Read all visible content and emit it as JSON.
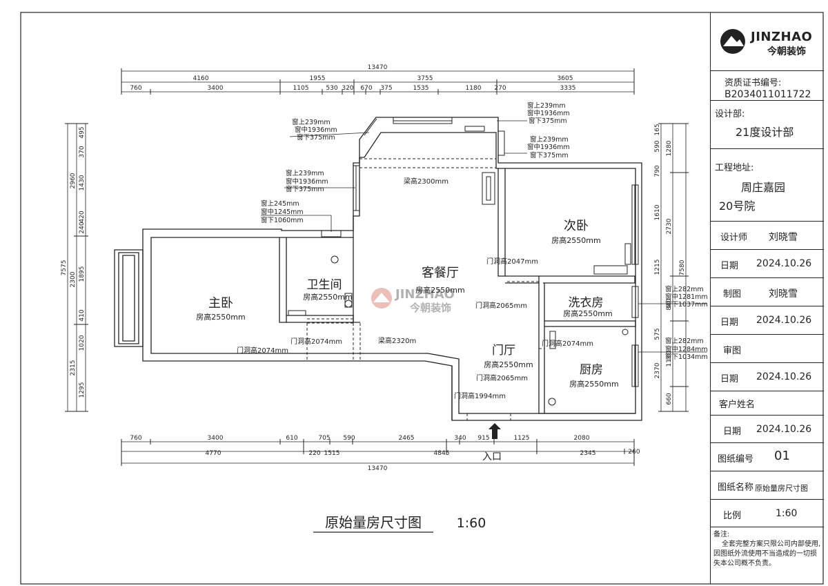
{
  "drawing": {
    "title": "原始量房尺寸图",
    "scale": "1:60",
    "entrance": "入口",
    "watermark": {
      "brand": "JINZHAO",
      "cn": "今朝装饰"
    }
  },
  "rooms": {
    "master": {
      "name": "主卧",
      "height": "房高2550mm"
    },
    "bath": {
      "name": "卫生间",
      "height": "房高2550mm"
    },
    "living": {
      "name": "客餐厅",
      "height": "房高2550mm"
    },
    "second": {
      "name": "次卧",
      "height": "房高2550mm"
    },
    "laundry": {
      "name": "洗衣房",
      "height": "房高2550mm"
    },
    "hall": {
      "name": "门厅",
      "height": "房高2550mm"
    },
    "kitchen": {
      "name": "厨房",
      "height": "房高2550mm"
    }
  },
  "annotations": {
    "beam1": "梁高2300mm",
    "beam2": "梁高2320m",
    "door_second": "门洞高2047mm",
    "door_laundry": "门洞高2065mm",
    "door_kitchen": "门洞高2074mm",
    "door_hall": "门洞高2065mm",
    "door_entry": "门洞高1994mm",
    "door_bath": "门洞高2074mm",
    "door_master": "门洞高2074mm",
    "win_a": [
      "窗上239mm",
      "窗中1936mm",
      "窗下375mm"
    ],
    "win_b": [
      "窗上239mm",
      "窗中1936mm",
      "窗下375mm"
    ],
    "win_c": [
      "窗上239mm",
      "窗中1936mm",
      "窗下375mm"
    ],
    "win_d": [
      "窗上239mm",
      "窗中1936mm",
      "窗下375mm"
    ],
    "win_e": [
      "窗上245mm",
      "窗中1245mm",
      "窗下1060mm"
    ],
    "win_f": [
      "窗上282mm",
      "窗中1281mm",
      "窗下1037mm"
    ],
    "win_g": [
      "窗上282mm",
      "窗中1284mm",
      "窗下1034mm"
    ]
  },
  "dimensions": {
    "top_total": "13470",
    "top_mid": [
      "4160",
      "1955",
      "3755",
      "3605"
    ],
    "top_detail": [
      "760",
      "3400",
      "1105",
      "530",
      "320",
      "670",
      "375",
      "1535",
      "1180",
      "270",
      "3335"
    ],
    "bottom_detail": [
      "760",
      "3400",
      "610",
      "705",
      "590",
      "2465",
      "340",
      "915",
      "1125",
      "2080"
    ],
    "bottom_mid": [
      "4770",
      "220",
      "1515",
      "4845",
      "2345",
      "260"
    ],
    "bottom_total": "13470",
    "left_total": "7575",
    "left_mid": [
      "2960",
      "2300",
      "2315"
    ],
    "left_detail": [
      "495",
      "370",
      "1430",
      "420",
      "240",
      "1895",
      "410",
      "1020",
      "1295"
    ],
    "right_total": "7580",
    "right_mid": [
      "1280",
      "2730",
      "840",
      "1110",
      "660"
    ],
    "right_detail": [
      "165",
      "590",
      "790",
      "1610",
      "1215",
      "575",
      "2370"
    ]
  },
  "title_block": {
    "logo_brand": "JINZHAO",
    "logo_cn": "今朝装饰",
    "cert_label": "资质证书编号:",
    "cert_no": "B2034011011722",
    "dept_label": "设计部:",
    "dept": "21度设计部",
    "addr_label": "工程地址:",
    "addr1": "周庄嘉园",
    "addr2": "20号院",
    "designer_label": "设计师",
    "designer": "刘晓雪",
    "date_label": "日期",
    "date": "2024.10.26",
    "drawer_label": "制图",
    "drawer": "刘晓雪",
    "review_label": "审图",
    "review": "",
    "client_label": "客户姓名",
    "client": "",
    "no_label": "图纸编号",
    "no": "01",
    "name_label": "图纸名称",
    "name": "原始量房尺寸图",
    "scale_label": "比例",
    "scale": "1:60",
    "notes_label": "备注:",
    "notes": [
      "全套完整方案只限公司内部使用,",
      "因图纸外流使用不当造成的一切损",
      "失本公司概不负责。"
    ]
  }
}
